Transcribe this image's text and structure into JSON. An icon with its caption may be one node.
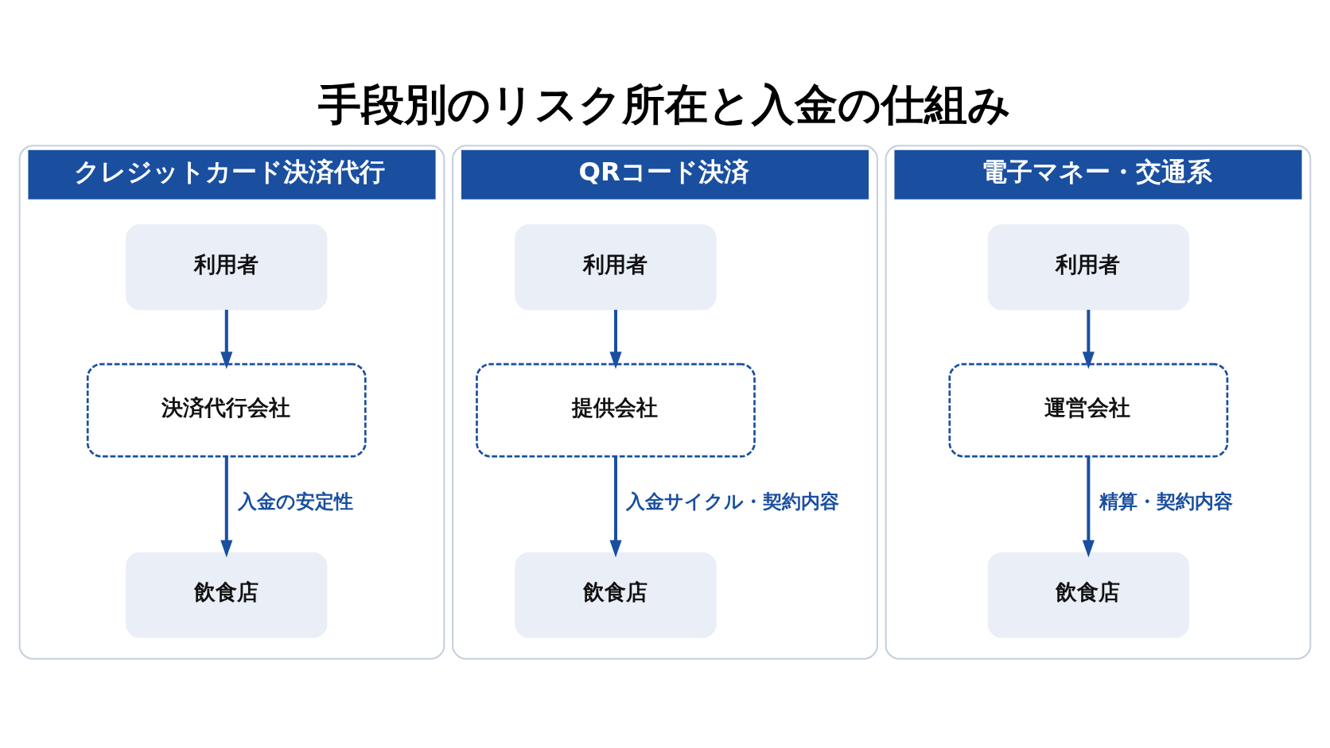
{
  "diagram": {
    "title": "手段別のリスク所在と入金の仕組み",
    "nodes": [
      {
        "text": [
          "クレジットカード決済代行"
        ]
      },
      {
        "text": [
          "利用者"
        ],
        "in": 0
      },
      {
        "text": [
          "決済代行会社"
        ],
        "in": 0
      },
      {
        "text": [
          "飲食店"
        ],
        "in": 0
      },
      {
        "text": [
          "QRコード決済"
        ]
      },
      {
        "text": [
          "利用者"
        ],
        "in": 4
      },
      {
        "text": [
          "提供会社"
        ],
        "in": 4
      },
      {
        "text": [
          "飲食店"
        ],
        "in": 4
      },
      {
        "text": [
          "電子マネー・交通系"
        ]
      },
      {
        "text": [
          "利用者"
        ],
        "in": 8
      },
      {
        "text": [
          "運営会社"
        ],
        "in": 8
      },
      {
        "text": [
          "飲食店"
        ],
        "in": 8
      }
    ],
    "edges": [
      {
        "from": 1,
        "to": 2,
        "arrow": "to"
      },
      {
        "from": 2,
        "to": 3,
        "label": "入金の安定性",
        "arrow": "to"
      },
      {
        "from": 5,
        "to": 6,
        "arrow": "to"
      },
      {
        "from": 6,
        "to": 7,
        "label": "入金サイクル・契約内容",
        "arrow": "to"
      },
      {
        "from": 9,
        "to": 10,
        "arrow": "to"
      },
      {
        "from": 10,
        "to": 11,
        "label": "精算・契約内容",
        "arrow": "to"
      }
    ]
  }
}
